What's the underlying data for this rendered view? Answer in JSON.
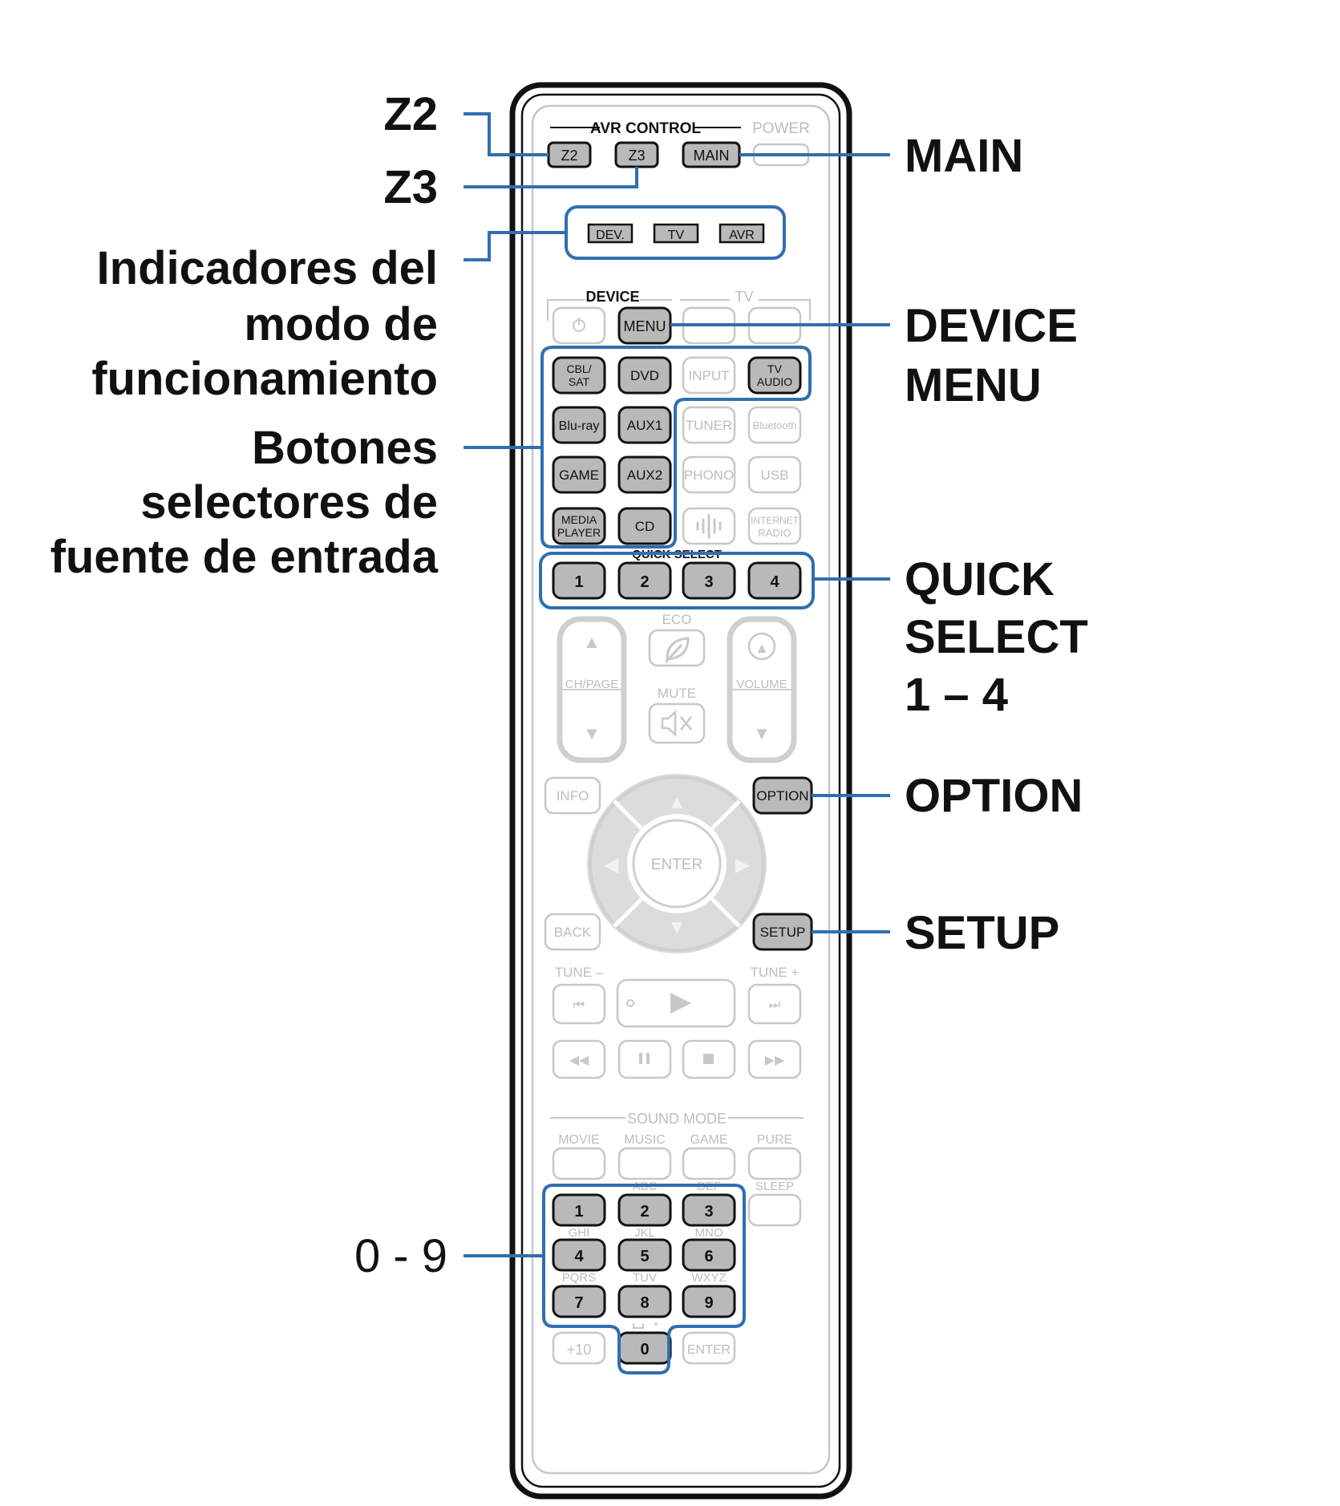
{
  "callouts": {
    "z2": "Z2",
    "z3": "Z3",
    "main": "MAIN",
    "indicators": [
      "Indicadores del",
      "modo de",
      "funcionamiento"
    ],
    "selectors": [
      "Botones",
      "selectores de",
      "fuente de entrada"
    ],
    "device_menu": [
      "DEVICE",
      "MENU"
    ],
    "quick_select": [
      "QUICK",
      "SELECT",
      "1 – 4"
    ],
    "option": "OPTION",
    "setup": "SETUP",
    "numbers": "0 - 9"
  },
  "remote": {
    "section_avr_control": "AVR CONTROL",
    "power": "POWER",
    "z2": "Z2",
    "z3": "Z3",
    "main": "MAIN",
    "indicators": [
      "DEV.",
      "TV",
      "AVR"
    ],
    "section_device": "DEVICE",
    "section_tv": "TV",
    "menu": "MENU",
    "sources_active": [
      [
        "CBL/",
        "SAT"
      ],
      [
        "DVD"
      ],
      [
        "TV",
        "AUDIO"
      ],
      [
        "Blu-ray"
      ],
      [
        "AUX1"
      ],
      [
        "GAME"
      ],
      [
        "AUX2"
      ],
      [
        "MEDIA",
        "PLAYER"
      ],
      [
        "CD"
      ]
    ],
    "sources_inactive": [
      [
        "INPUT"
      ],
      [
        "TUNER"
      ],
      [
        "Bluetooth"
      ],
      [
        "PHONO"
      ],
      [
        "USB"
      ],
      [
        "INTERNET",
        "RADIO"
      ]
    ],
    "quick_select_label": "QUICK SELECT",
    "quick_select": [
      "1",
      "2",
      "3",
      "4"
    ],
    "eco": "ECO",
    "ch_page": "CH/PAGE",
    "mute": "MUTE",
    "volume": "VOLUME",
    "info": "INFO",
    "option": "OPTION",
    "enter": "ENTER",
    "back": "BACK",
    "setup": "SETUP",
    "tune_minus": "TUNE –",
    "tune_plus": "TUNE +",
    "sound_mode": "SOUND MODE",
    "modes": [
      "MOVIE",
      "MUSIC",
      "GAME",
      "PURE"
    ],
    "sleep": "SLEEP",
    "digits": [
      "1",
      "2",
      "3",
      "4",
      "5",
      "6",
      "7",
      "8",
      "9"
    ],
    "digit_letters": [
      "",
      "ABC",
      "DEF",
      "GHI",
      "JKL",
      "MNO",
      "PQRS",
      "TUV",
      "WXYZ"
    ],
    "plus10": "+10",
    "zero": "0",
    "enter_bottom": "ENTER"
  },
  "colors": {
    "callout_line": "#2f6fb0",
    "active_button": "#b9b9b9",
    "inactive_outline": "#c8c8c8",
    "body_outline": "#111111"
  }
}
